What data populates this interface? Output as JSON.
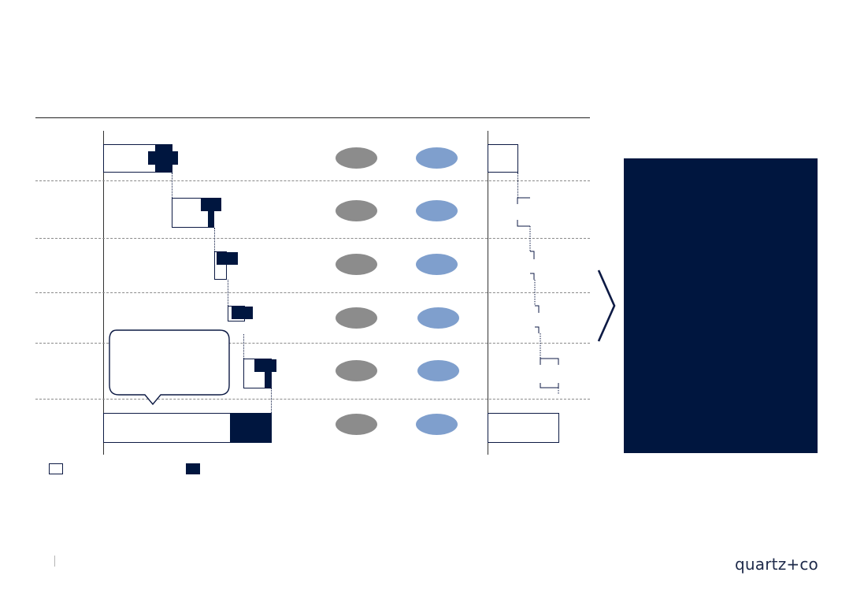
{
  "slide": {
    "logo_text": "quartz+co"
  },
  "colors": {
    "navy": "#00163f",
    "grey_oval": "#8c8c8c",
    "blue_oval": "#7f9fcd",
    "dashed_line": "#8a8a8a"
  },
  "legend": {
    "items": [
      {
        "swatch": "white",
        "label": ""
      },
      {
        "swatch": "navy",
        "label": ""
      }
    ]
  },
  "callout": {
    "text": ""
  },
  "summary_panel": {
    "text": ""
  },
  "icons": {
    "arrow": "chevron-right-icon"
  }
}
